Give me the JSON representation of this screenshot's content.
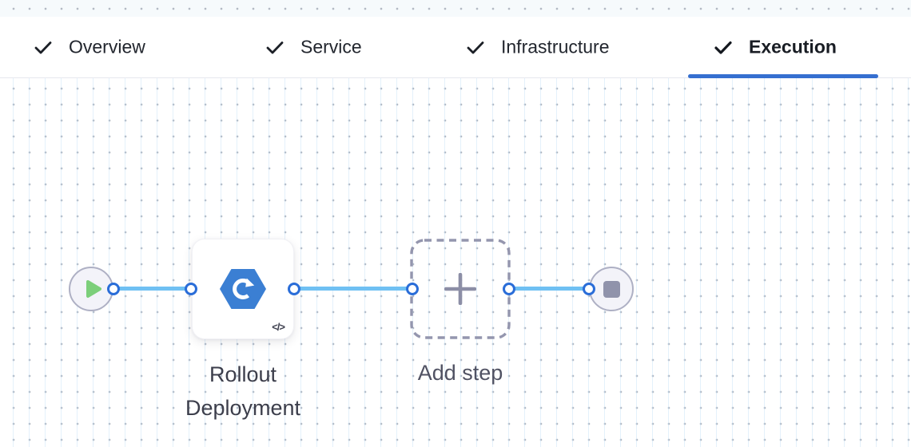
{
  "tabs": [
    {
      "label": "Overview",
      "status": "completed",
      "active": false
    },
    {
      "label": "Service",
      "status": "completed",
      "active": false
    },
    {
      "label": "Infrastructure",
      "status": "completed",
      "active": false
    },
    {
      "label": "Execution",
      "status": "completed",
      "active": true
    }
  ],
  "pipeline": {
    "start_node": {
      "icon": "play-icon"
    },
    "steps": [
      {
        "name": "Rollout Deployment",
        "icon": "rolling-deployment-icon",
        "code_badge": "</>"
      }
    ],
    "add_step": {
      "label": "Add step",
      "icon": "plus-icon"
    },
    "end_node": {
      "icon": "stop-icon"
    }
  },
  "colors": {
    "active_tab_underline": "#356fd0",
    "connector_line": "#6fc0f3",
    "port_ring": "#2a6dd8",
    "play_green": "#7ccf7a",
    "stop_gray": "#9093ab",
    "step_icon_blue": "#3b7fd3"
  }
}
